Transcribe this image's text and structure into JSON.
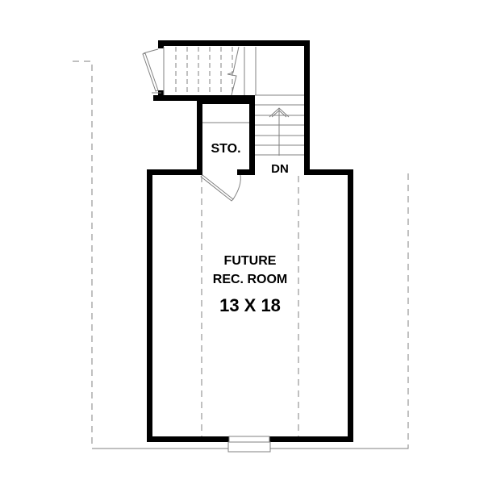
{
  "plan": {
    "rooms": [
      {
        "id": "rec-room",
        "name_line1": "FUTURE",
        "name_line2": "REC. ROOM",
        "dimensions": "13 X 18"
      },
      {
        "id": "storage",
        "name": "STO."
      }
    ],
    "stair": {
      "label": "DN"
    }
  },
  "colors": {
    "wall": "#000000",
    "line": "#808080",
    "background": "#ffffff"
  }
}
